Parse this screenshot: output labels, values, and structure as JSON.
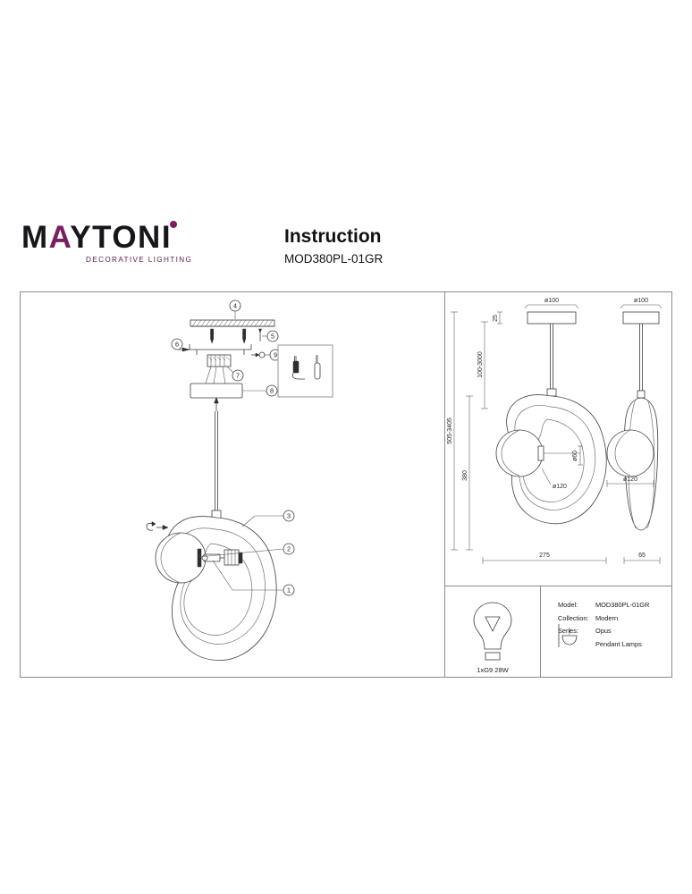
{
  "brand": {
    "name_part1": "M",
    "name_accent": "A",
    "name_part2": "YTONI",
    "tagline": "DECORATIVE LIGHTING",
    "accent_color": "#7a2060"
  },
  "header": {
    "title": "Instruction",
    "model_code": "MOD380PL-01GR"
  },
  "assembly": {
    "callouts": [
      {
        "id": "4",
        "label": "4"
      },
      {
        "id": "5",
        "label": "5"
      },
      {
        "id": "6",
        "label": "6"
      },
      {
        "id": "7",
        "label": "7"
      },
      {
        "id": "8",
        "label": "8"
      },
      {
        "id": "9",
        "label": "9"
      }
    ],
    "product_callouts": [
      {
        "id": "1",
        "label": "1"
      },
      {
        "id": "2",
        "label": "2"
      },
      {
        "id": "3",
        "label": "3"
      }
    ],
    "tools": [
      "wire-stripper",
      "screwdriver"
    ]
  },
  "dimensions": {
    "front": {
      "canopy_diameter": "ø100",
      "canopy_height": "25",
      "cord_length": "100-3000",
      "total_height": "505-3405",
      "shade_height": "380",
      "shade_width": "275",
      "ball_diameter": "ø120",
      "socket_diameter": "ø60"
    },
    "side": {
      "canopy_diameter": "ø100",
      "ball_diameter": "ø120",
      "depth": "65"
    }
  },
  "info": {
    "bulb_spec": "1xG9 28W",
    "rows": [
      {
        "key": "Model:",
        "value": "MOD380PL-01GR"
      },
      {
        "key": "Collection:",
        "value": "Modern"
      },
      {
        "key": "Series:",
        "value": "Opus"
      }
    ],
    "category": "Pendant Lamps"
  }
}
